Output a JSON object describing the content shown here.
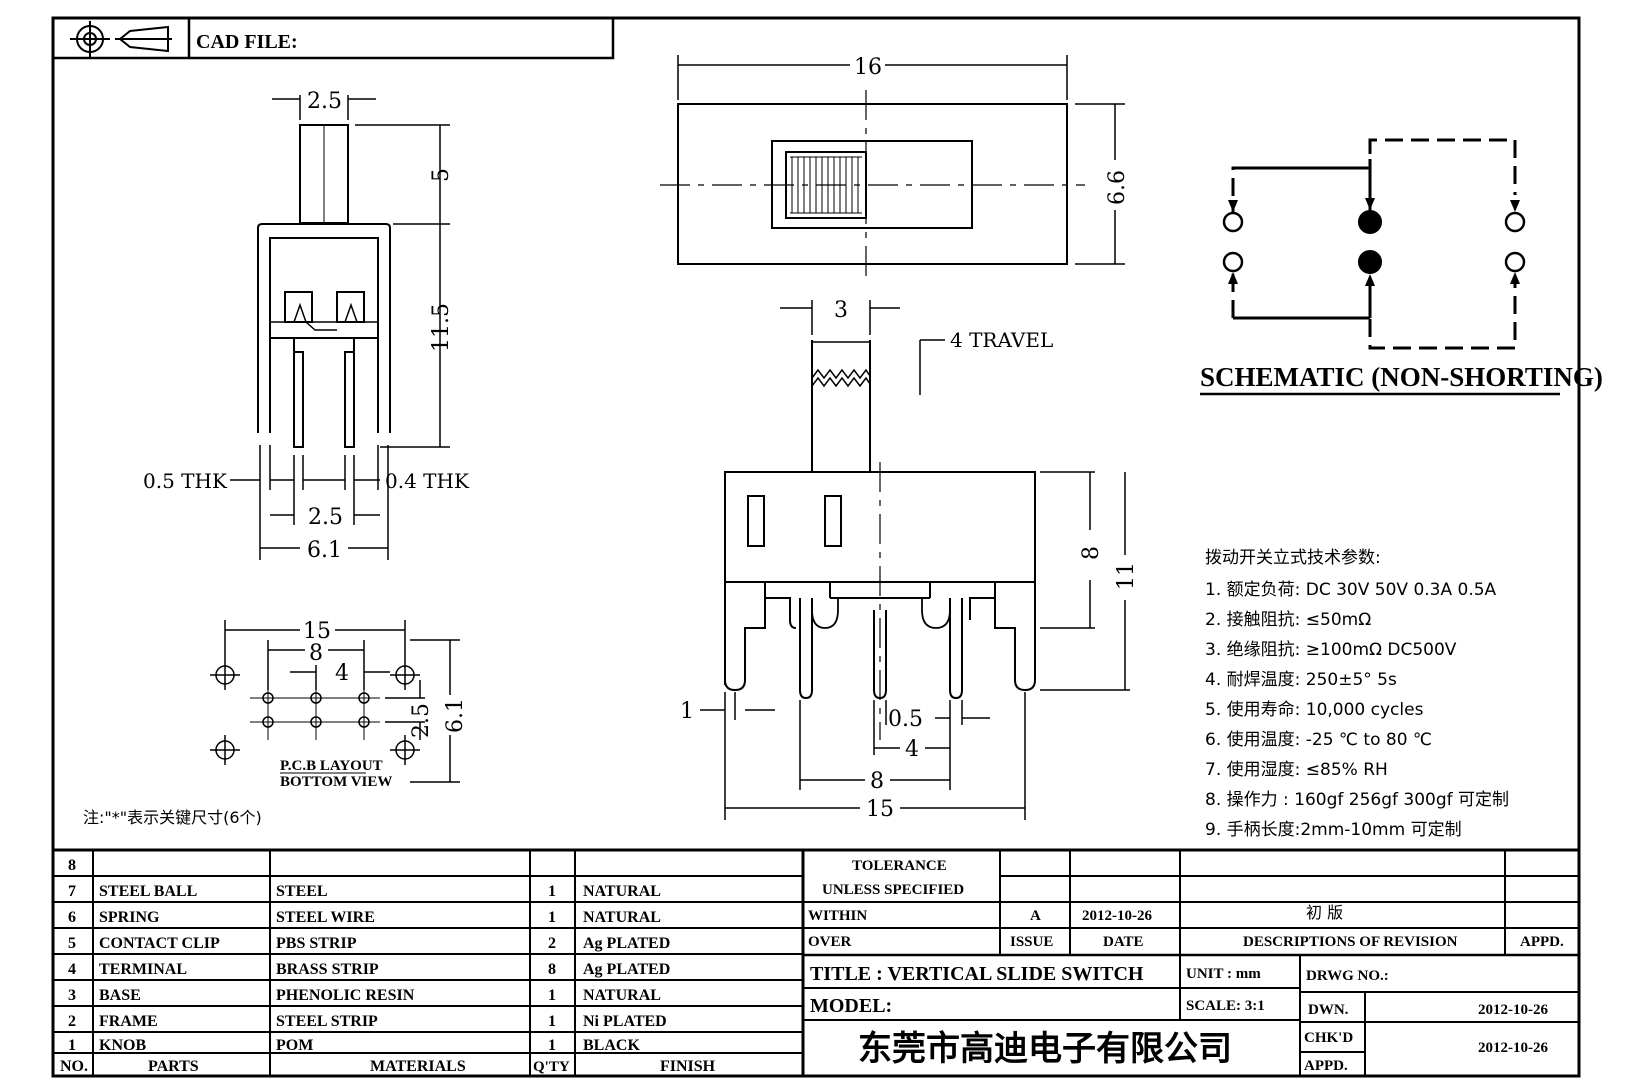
{
  "header": {
    "cad_file_label": "CAD FILE:"
  },
  "side_view": {
    "dim_top": "2.5",
    "dim_right_top": "5",
    "dim_right_main": "11.5",
    "label_left": "0.5 THK",
    "label_right": "0.4 THK",
    "dim_pitch": "2.5",
    "dim_width": "6.1"
  },
  "top_view": {
    "dim_length": "16",
    "dim_height": "6.6"
  },
  "schematic": {
    "title": "SCHEMATIC (NON-SHORTING)"
  },
  "front_view": {
    "dim_handle": "3",
    "travel": "4 TRAVEL",
    "dim_body": "8",
    "dim_total": "11",
    "dim_pin_left": "1",
    "dim_pin_thk": "0.5",
    "dim_pitch": "4",
    "dim_span": "8",
    "dim_length": "15"
  },
  "pcb": {
    "dim_15": "15",
    "dim_8": "8",
    "dim_4": "4",
    "dim_25": "2.5",
    "dim_61": "6.1",
    "label_1": "P.C.B LAYOUT",
    "label_2": "BOTTOM VIEW"
  },
  "note": "注:\"*\"表示关键尺寸(6个)",
  "specs": {
    "title": "拨动开关立式技术参数:",
    "items": [
      "1.  额定负荷: DC 30V    50V    0.3A    0.5A",
      "2.  接触阻抗:  ≤50mΩ",
      "3.  绝缘阻抗:  ≥100mΩ   DC500V",
      "4.  耐焊温度: 250±5°  5s",
      "5.  使用寿命: 10,000 cycles",
      "6.  使用温度: -25  ℃  to 80  ℃",
      "7.  使用湿度:  ≤85% RH",
      "8.  操作力 : 160gf    256gf    300gf   可定制",
      "9.  手柄长度:2mm-10mm   可定制"
    ]
  },
  "bom": {
    "rows": [
      {
        "no": "8",
        "part": "",
        "material": "",
        "qty": "",
        "finish": ""
      },
      {
        "no": "7",
        "part": "STEEL BALL",
        "material": "STEEL",
        "qty": "1",
        "finish": "NATURAL"
      },
      {
        "no": "6",
        "part": "SPRING",
        "material": "STEEL WIRE",
        "qty": "1",
        "finish": "NATURAL"
      },
      {
        "no": "5",
        "part": "CONTACT CLIP",
        "material": "PBS STRIP",
        "qty": "2",
        "finish": "Ag PLATED"
      },
      {
        "no": "4",
        "part": "TERMINAL",
        "material": "BRASS STRIP",
        "qty": "8",
        "finish": "Ag PLATED"
      },
      {
        "no": "3",
        "part": "BASE",
        "material": "PHENOLIC RESIN",
        "qty": "1",
        "finish": "NATURAL"
      },
      {
        "no": "2",
        "part": "FRAME",
        "material": "STEEL STRIP",
        "qty": "1",
        "finish": "Ni PLATED"
      },
      {
        "no": "1",
        "part": "KNOB",
        "material": "POM",
        "qty": "1",
        "finish": "BLACK"
      }
    ],
    "headers": {
      "no": "NO.",
      "part": "PARTS",
      "material": "MATERIALS",
      "qty": "Q'TY",
      "finish": "FINISH"
    }
  },
  "title_block": {
    "tolerance": "TOLERANCE",
    "unless": "UNLESS   SPECIFIED",
    "within": "WITHIN",
    "over": "OVER",
    "rev_issue": "A",
    "rev_date": "2012-10-26",
    "rev_desc": "初   版",
    "issue_hdr": "ISSUE",
    "date_hdr": "DATE",
    "desc_hdr": "DESCRIPTIONS  OF  REVISION",
    "appd_hdr": "APPD.",
    "title": "TITLE :   VERTICAL  SLIDE  SWITCH",
    "unit": "UNIT :   mm",
    "drwg_no": "DRWG NO.:",
    "model": "MODEL:",
    "scale": "SCALE:   3:1",
    "dwn": "DWN.",
    "dwn_date": "2012-10-26",
    "chkd": "CHK'D",
    "chkd_date": "2012-10-26",
    "appd": "APPD.",
    "company": "东莞市高迪电子有限公司"
  }
}
